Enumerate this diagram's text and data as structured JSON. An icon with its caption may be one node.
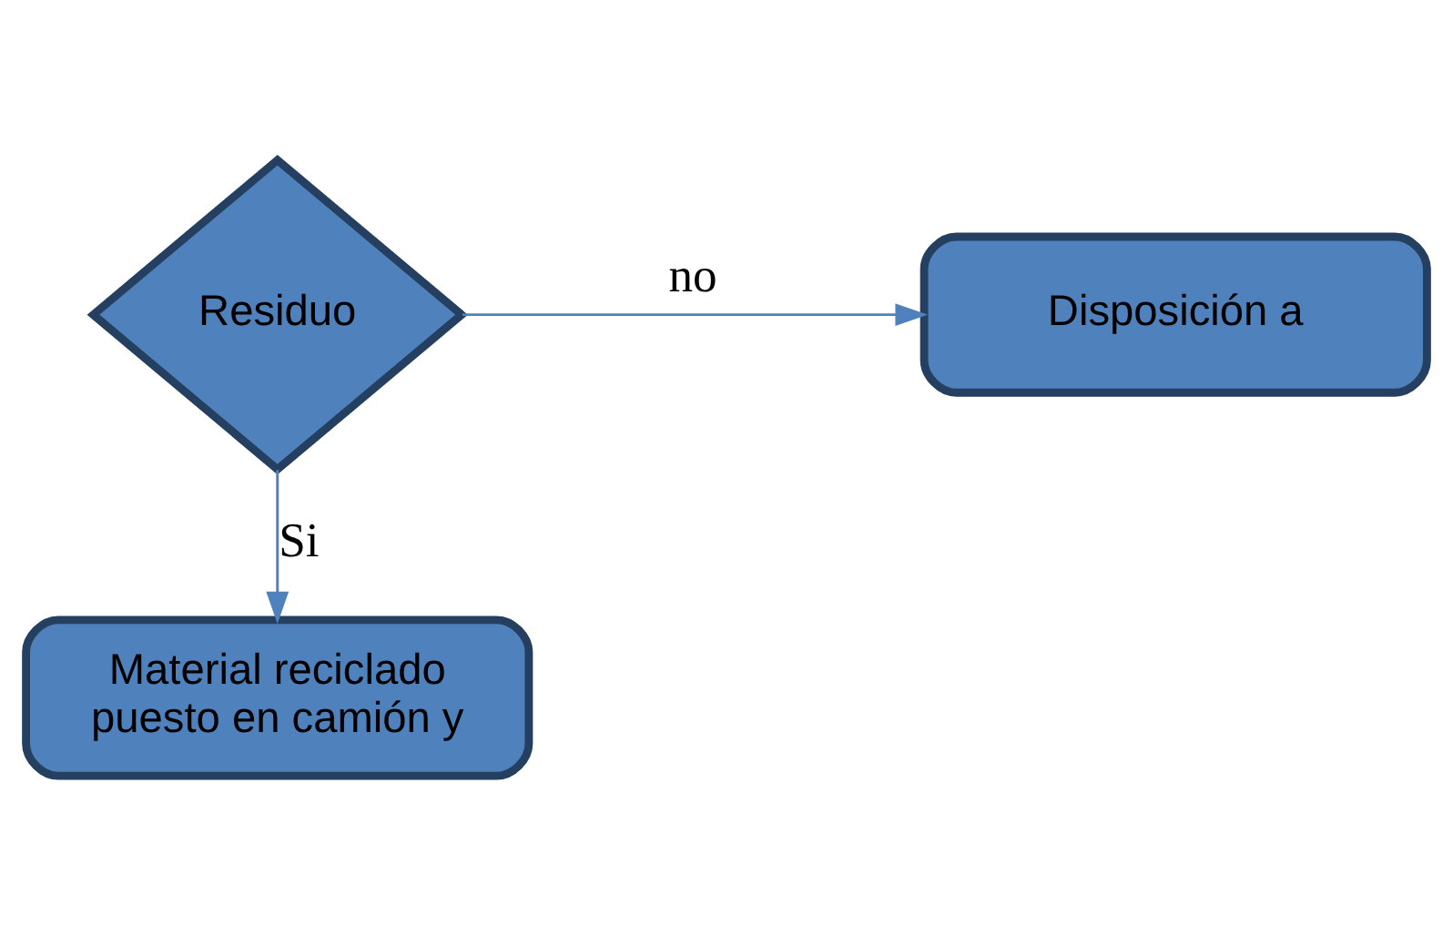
{
  "diagram": {
    "nodes": [
      {
        "text": [
          "Residuo"
        ]
      },
      {
        "text": [
          "Disposición a"
        ]
      },
      {
        "text": [
          "Material reciclado puesto en camión y"
        ]
      }
    ],
    "edges": [
      {
        "from": 0,
        "to": 1,
        "arrow": "to",
        "label": "no"
      },
      {
        "from": 0,
        "to": 2,
        "arrow": "to",
        "label": "Si"
      }
    ]
  }
}
